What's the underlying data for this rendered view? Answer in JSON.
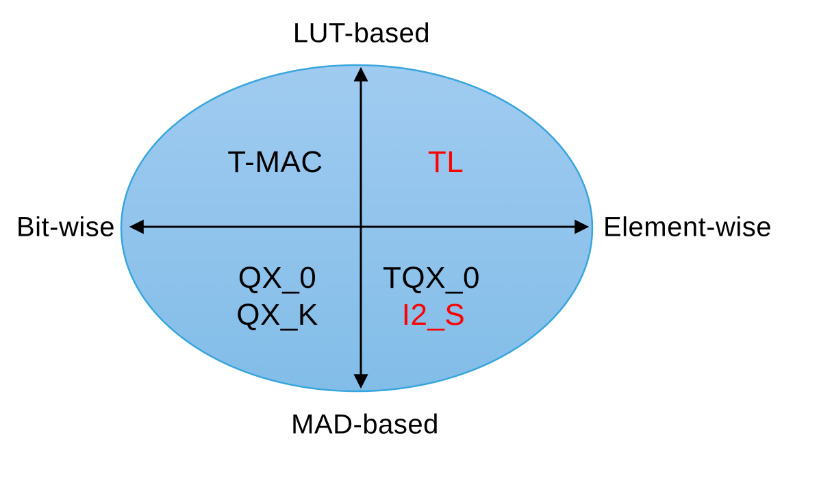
{
  "colors": {
    "background": "#FFFFFF",
    "ellipse_fill_top": "#A0CBF0",
    "ellipse_fill_bottom": "#82BDE8",
    "ellipse_stroke": "#38A5DC",
    "axis": "#000000",
    "text": "#000000",
    "highlight": "#FF0000"
  },
  "diagram": {
    "type": "quadrant-ellipse",
    "axes": {
      "vertical": {
        "top": "LUT-based",
        "bottom": "MAD-based"
      },
      "horizontal": {
        "left": "Bit-wise",
        "right": "Element-wise"
      }
    },
    "quadrants": {
      "top_left": {
        "items": [
          {
            "label": "T-MAC",
            "highlighted": false
          }
        ]
      },
      "top_right": {
        "items": [
          {
            "label": "TL",
            "highlighted": true
          }
        ]
      },
      "bottom_left": {
        "items": [
          {
            "label": "QX_0",
            "highlighted": false
          },
          {
            "label": "QX_K",
            "highlighted": false
          }
        ]
      },
      "bottom_right": {
        "items": [
          {
            "label": "TQX_0",
            "highlighted": false
          },
          {
            "label": "I2_S",
            "highlighted": true
          }
        ]
      }
    }
  }
}
